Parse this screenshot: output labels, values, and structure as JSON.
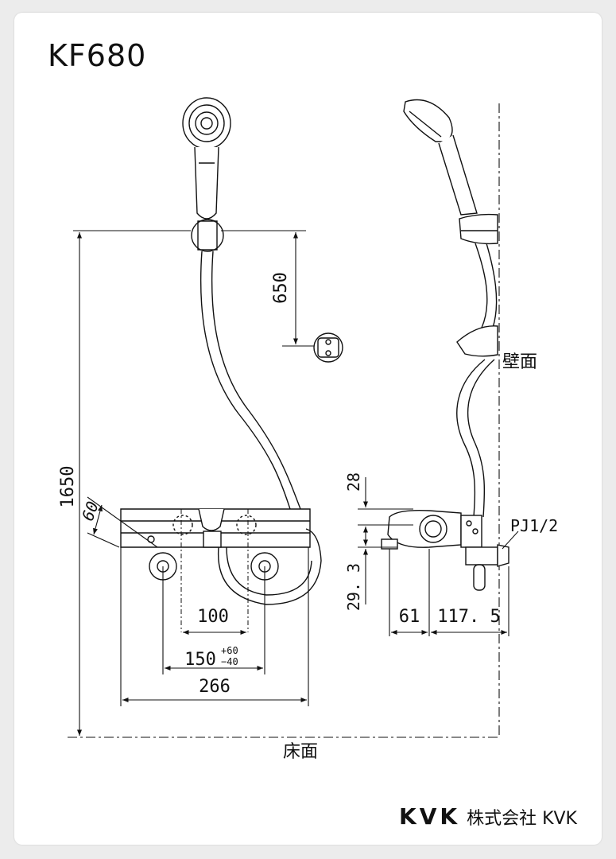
{
  "model": "KF680",
  "labels": {
    "wall": "壁面",
    "floor": "床面",
    "thread": "PJ1/2"
  },
  "dimensions": {
    "height_total": "1650",
    "bar_height": "650",
    "angle": "60",
    "pitch": "100",
    "pitch_adjust_base": "150",
    "pitch_adjust_plus": "+60",
    "pitch_adjust_minus": "−40",
    "width_total": "266",
    "top_offset": "28",
    "bottom_offset": "29. 3",
    "depth_front": "61",
    "depth_rear": "117. 5"
  },
  "brand": {
    "logo": "KVK",
    "company": "株式会社 KVK"
  },
  "colors": {
    "line": "#111111",
    "background": "#ffffff"
  }
}
